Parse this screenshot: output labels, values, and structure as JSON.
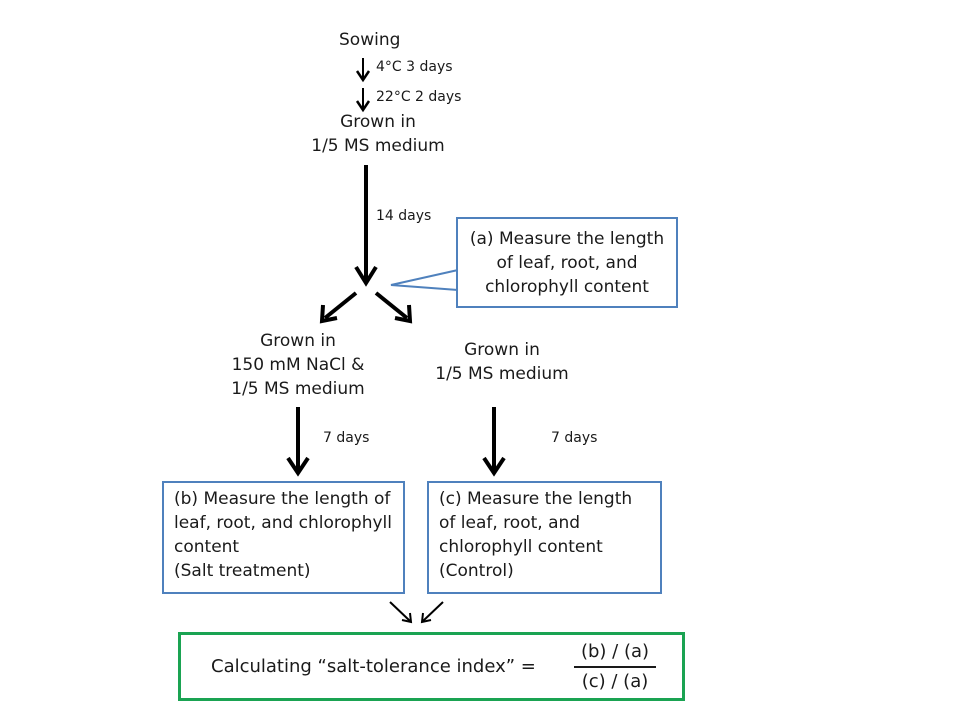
{
  "title": "Salt-tolerance assay workflow",
  "steps": {
    "sowing": "Sowing",
    "cold_step": "4°C   3 days",
    "warm_step": "22°C   2 days",
    "grown_initial": [
      "Grown in",
      "1/5 MS medium"
    ],
    "growth_period_initial": "14 days",
    "grown_salt": [
      "Grown in",
      "150 mM NaCl &",
      "1/5 MS medium"
    ],
    "grown_control": [
      "Grown in",
      "1/5 MS medium"
    ],
    "treatment_period_salt": "7 days",
    "treatment_period_control": "7 days"
  },
  "boxes": {
    "measure_a": [
      "(a) Measure the length",
      "of leaf, root, and",
      "chlorophyll content"
    ],
    "measure_b": [
      "(b) Measure the length of",
      "leaf, root, and chlorophyll",
      "content",
      "(Salt treatment)"
    ],
    "measure_c": [
      "(c) Measure the length",
      "of leaf, root, and",
      "chlorophyll content",
      "(Control)"
    ]
  },
  "result": {
    "label": "Calculating “salt-tolerance index” =",
    "numerator": "(b) / (a)",
    "denominator": "(c) / (a)"
  },
  "colors": {
    "measure_box_border": "#4f81bd",
    "result_box_border": "#1aa352",
    "arrow": "#000000"
  }
}
